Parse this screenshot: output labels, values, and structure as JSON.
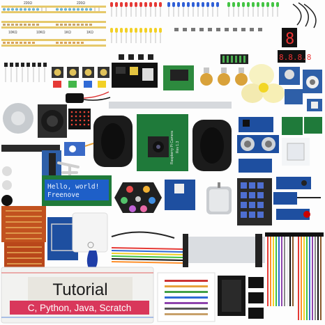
{
  "lcd": {
    "line1": "Hello, world!",
    "line2": "Freenove"
  },
  "tutorial": {
    "title": "Tutorial",
    "subtitle": "C, Python, Java, Scratch"
  },
  "resistor_labels": [
    "220Ω",
    "220Ω",
    "10KΩ",
    "10KΩ",
    "1KΩ",
    "1KΩ"
  ],
  "seven_segment": {
    "single": "8",
    "quad": "8.8.8.8"
  },
  "camera_board": {
    "brand": "Raspberry Pi Camera",
    "version": "Rev 1.3"
  },
  "colors": {
    "pcb_green": "#1f7a3a",
    "module_blue": "#2e5fa8",
    "lcd_blue": "#1e5fc8",
    "breadboard": "#f2f2f0",
    "tutorial_bg": "#e8e6df",
    "tutorial_banner": "#d9375b"
  }
}
